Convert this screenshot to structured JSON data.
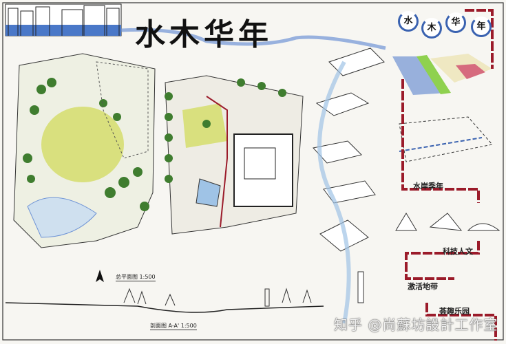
{
  "title": "水木华年",
  "plan_label": "总平面图 1:500",
  "section_label": "剖面图 A-A' 1:500",
  "concept_circles": [
    "水",
    "木",
    "华",
    "年"
  ],
  "sections": [
    "水岸季年",
    "科技人文",
    "激活地带",
    "荟趣乐园"
  ],
  "watermark": "知乎 @尚蘇坊設計工作室",
  "colors": {
    "accent_red": "#9b1b2a",
    "water_blue": "#3a62b0",
    "lawn": "#d6dc86",
    "green_hatch": "#8fd14f",
    "blue_hatch": "#7f9fd6"
  }
}
